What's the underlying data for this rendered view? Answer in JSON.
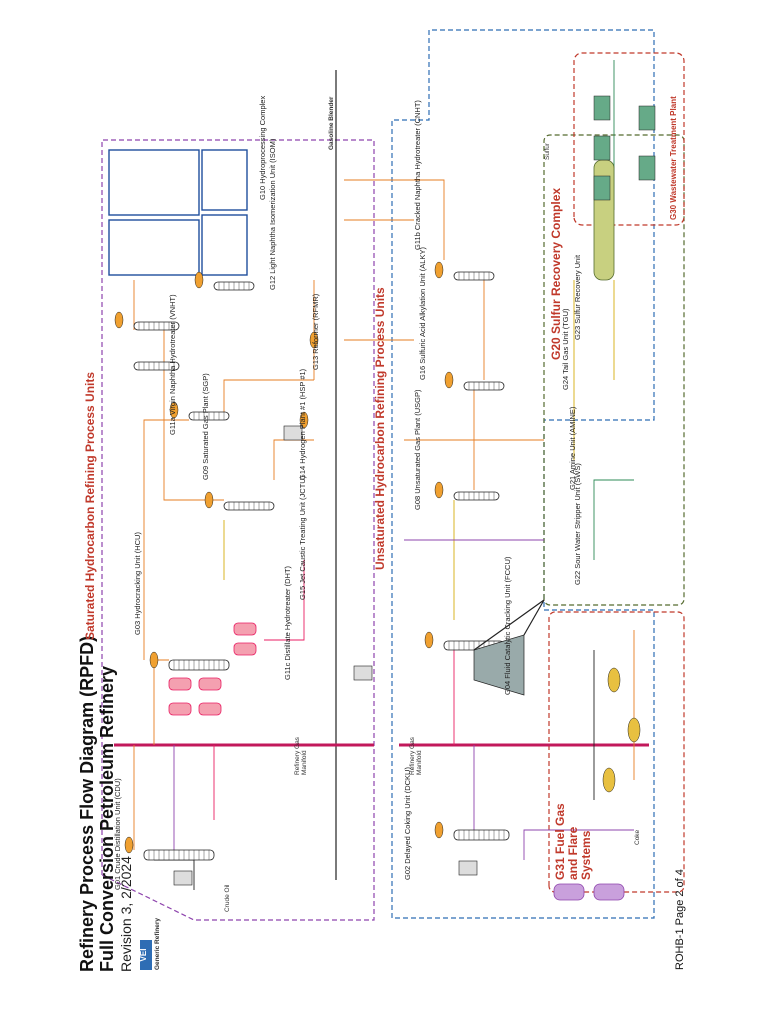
{
  "header": {
    "title_line1": "Refinery Process Flow Diagram (RPFD)",
    "title_line2": "Full Conversion Petroleum Refinery",
    "revision": "Revision 3, 2/2024",
    "org_logo": "VEI",
    "org_name": "Generic Refinery"
  },
  "regions": {
    "saturated": "Saturated Hydrocarbon Refining Process Units",
    "unsaturated": "Unsaturated Hydrocarbon Refining Process Units",
    "sulfur": "G20 Sulfur Recovery Complex",
    "fuelgas": "G31 Fuel Gas and Flare Systems",
    "wwtp": "G30 Wastewater Treatment Plant"
  },
  "units": {
    "g01": "G01 Crude Distillation Unit (CDU)",
    "g03": "G03 Hydrocracking Unit (HCU)",
    "g11a": "G11a Virgin Naphtha Hydrotreater (VNHT)",
    "g12": "G12 Light Naphtha Isomerization Unit (ISOM)",
    "g10": "G10 Hydroprocessing Complex",
    "g11c": "G11c Distillate Hydrotreater (DHT)",
    "g15": "G15 Jet Caustic Treating Unit (JCTU)",
    "g14": "G14 Hydrogen Plant #1 (HSP #1)",
    "g13": "G13 Reformer (RFMR)",
    "g02": "G02 Delayed Coking Unit (DCKU)",
    "g04": "G04 Fluid Catalytic Cracking Unit (FCCU)",
    "g08": "G08 Unsaturated Gas Plant (USGP)",
    "g16": "G16 Sulfuric Acid Alkylation Unit (ALKY)",
    "g11b": "G11b Cracked Naphtha Hydrotreater (CNHT)",
    "g21": "G21 Amine Unit (AMINE)",
    "g22": "G22 Sour Water Stripper Unit (SWS)",
    "g23": "G23 Sulfur Recovery Unit",
    "g24": "G24 Tail Gas Unit (TGU)",
    "satgas": "G09 Saturated Gas Plant (SGP)"
  },
  "labels": {
    "gasoline_blender": "Gasoline Blender",
    "refinery_gas_manifold_1": "Refinery Gas Manifold",
    "refinery_gas_manifold_2": "Refinery Gas Manifold",
    "crude_oil": "Crude Oil",
    "coke": "Coke",
    "sulfur": "Sulfur"
  },
  "footer": {
    "doc_id": "ROHB-1 Page 2 of 4"
  },
  "colors": {
    "saturated_border": "#8e44ad",
    "unsaturated_border": "#2e6db4",
    "sulfur_border": "#556b2f",
    "fuelgas_border": "#c0392b",
    "wwtp_border": "#c0392b",
    "g10_box": "#1f4e9c",
    "line_orange": "#e67e22",
    "line_purple": "#8e44ad",
    "line_pink": "#e91e63",
    "line_yellow": "#d4ac0d",
    "line_green": "#2e8b57",
    "line_black": "#222222",
    "region_text": "#c0392b"
  }
}
